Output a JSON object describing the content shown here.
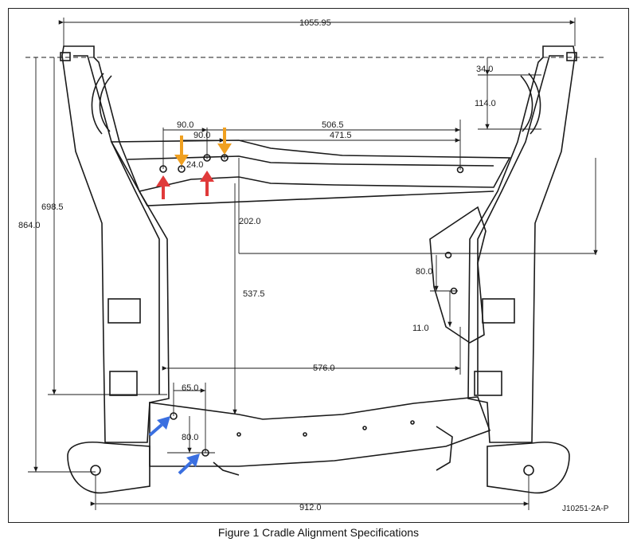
{
  "caption": "Figure 1 Cradle Alignment Specifications",
  "part_number": "J10251-2A-P",
  "dimensions": {
    "overall_width": "1055.95",
    "top_offset": "34.0",
    "top_bracket": "114.0",
    "hole_spacing_a": "90.0",
    "hole_spacing_b": "90.0",
    "hole_offset": "24.0",
    "rear_span_a": "506.5",
    "rear_span_b": "471.5",
    "height_mid": "698.5",
    "height_full": "864.0",
    "right_drop": "202.0",
    "center_depth": "537.5",
    "right_vertical": "80.0",
    "right_small": "11.0",
    "lower_span": "576.0",
    "front_offset": "65.0",
    "front_vertical": "80.0",
    "bottom_width": "912.0"
  },
  "colors": {
    "line": "#1a1a1a",
    "red_arrow": "#e03a3a",
    "orange_arrow": "#f0a020",
    "blue_arrow": "#3a6fe0"
  }
}
